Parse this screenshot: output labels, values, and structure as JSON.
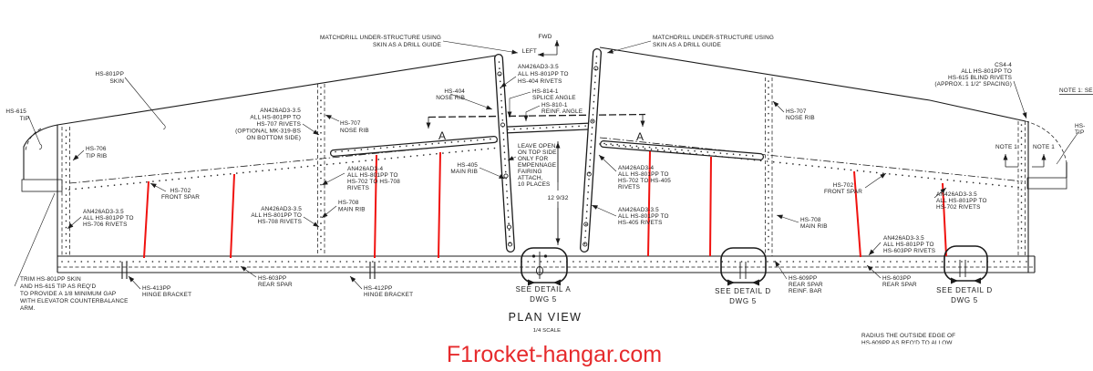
{
  "colors": {
    "line": "#1c1c1c",
    "highlight_red": "#f0120f",
    "watermark_red": "#e62a2c",
    "paper": "#ffffff"
  },
  "titles": {
    "plan_view": "PLAN VIEW",
    "scale": "1/4 SCALE",
    "watermark": "F1rocket-hangar.com"
  },
  "compass": {
    "fwd": "FWD",
    "left": "LEFT"
  },
  "dimension": {
    "splice_to_spar": "12 9/32"
  },
  "section": {
    "letter": "A"
  },
  "details": {
    "a": {
      "l1": "SEE DETAIL A",
      "l2": "DWG 5"
    },
    "d_mid": {
      "l1": "SEE DETAIL D",
      "l2": "DWG 5"
    },
    "d_right": {
      "l1": "SEE DETAIL D",
      "l2": "DWG 5"
    }
  },
  "callouts": {
    "skin": [
      "HS-801PP",
      "SKIN"
    ],
    "tip_left": [
      "HS-615",
      "TIP"
    ],
    "tip_rib_left": [
      "HS-706",
      "TIP RIB"
    ],
    "rivets_707_left": [
      "AN426AD3-3.5",
      "ALL HS-801PP TO",
      "HS-707 RIVETS",
      "(OPTIONAL MK-319-BS",
      "ON BOTTOM SIDE)"
    ],
    "nose_rib_707_left": [
      "HS-707",
      "NOSE RIB"
    ],
    "matchdrill_left": [
      "MATCHDRILL UNDER-STRUCTURE USING",
      "SKIN AS A DRILL GUIDE"
    ],
    "matchdrill_right": [
      "MATCHDRILL UNDER-STRUCTURE USING",
      "SKIN AS A DRILL GUIDE"
    ],
    "rivets_404": [
      "AN426AD3-3.5",
      "ALL HS-801PP TO",
      "HS-404 RIVETS"
    ],
    "nose_rib_404": [
      "HS-404",
      "NOSE RIB"
    ],
    "splice_angle": [
      "HS-814-1",
      "SPLICE ANGLE"
    ],
    "reinf_angle": [
      "HS-810-1",
      "REINF. ANGLE"
    ],
    "leave_open": [
      "LEAVE OPEN",
      "ON TOP SIDE",
      "ONLY FOR",
      "EMPENNAGE",
      "FAIRING",
      "ATTACH,",
      "10 PLACES"
    ],
    "rivets_706": [
      "AN426AD3-3.5",
      "ALL HS-801PP TO",
      "HS-706 RIVETS"
    ],
    "rivets_708_left": [
      "AN426AD3-3.5",
      "ALL HS-801PP TO",
      "HS-708 RIVETS"
    ],
    "rivets_702_708": [
      "AN426AD3-4",
      "ALL HS-801PP TO",
      "HS-702 TO HS-708",
      "RIVETS"
    ],
    "main_rib_708_left": [
      "HS-708",
      "MAIN RIB"
    ],
    "main_rib_405_left": [
      "HS-405",
      "MAIN RIB"
    ],
    "front_spar_left": [
      "HS-702",
      "FRONT SPAR"
    ],
    "rear_spar_left": [
      "HS-603PP",
      "REAR SPAR"
    ],
    "hinge_413": [
      "HS-413PP",
      "HINGE BRACKET"
    ],
    "hinge_412": [
      "HS-412PP",
      "HINGE BRACKET"
    ],
    "trim_note": [
      "TRIM HS-801PP SKIN",
      "AND HS-615 TIP AS REQ'D",
      "TO PROVIDE A 1/8 MINIMUM GAP",
      "WITH ELEVATOR COUNTERBALANCE",
      "ARM."
    ],
    "rivets_702_405": [
      "AN426AD3-4",
      "ALL HS-801PP TO",
      "HS-702 TO HS-405",
      "RIVETS"
    ],
    "rivets_405": [
      "AN426AD3-3.5",
      "ALL HS-801PP TO",
      "HS-405 RIVETS"
    ],
    "nose_rib_707_right": [
      "HS-707",
      "NOSE RIB"
    ],
    "front_spar_right": [
      "HS-702",
      "FRONT SPAR"
    ],
    "main_rib_708_right": [
      "HS-708",
      "MAIN RIB"
    ],
    "rivets_702_right": [
      "AN426AD3-3.5",
      "ALL HS-801PP TO",
      "HS-702 RIVETS"
    ],
    "rivets_603": [
      "AN426AD3-3.5",
      "ALL HS-801PP TO",
      "HS-603PP RIVETS"
    ],
    "rear_spar_right": [
      "HS-603PP",
      "REAR SPAR"
    ],
    "reinf_bar_609": [
      "HS-609PP",
      "REAR SPAR",
      "REINF. BAR"
    ],
    "cs44": [
      "CS4-4",
      "ALL HS-801PP TO",
      "HS-615 BLIND RIVETS",
      "(APPROX. 1 1/2\" SPACING)"
    ],
    "note1_ref": [
      "NOTE 1: SE"
    ],
    "note1_marker": [
      "NOTE 1",
      "NOTE 1"
    ],
    "tip_right": [
      "HS-",
      "TIP"
    ],
    "radius_note": [
      "RADIUS THE OUTSIDE EDGE OF",
      "HS-609PP AS REQ'D TO ALLOW"
    ]
  }
}
